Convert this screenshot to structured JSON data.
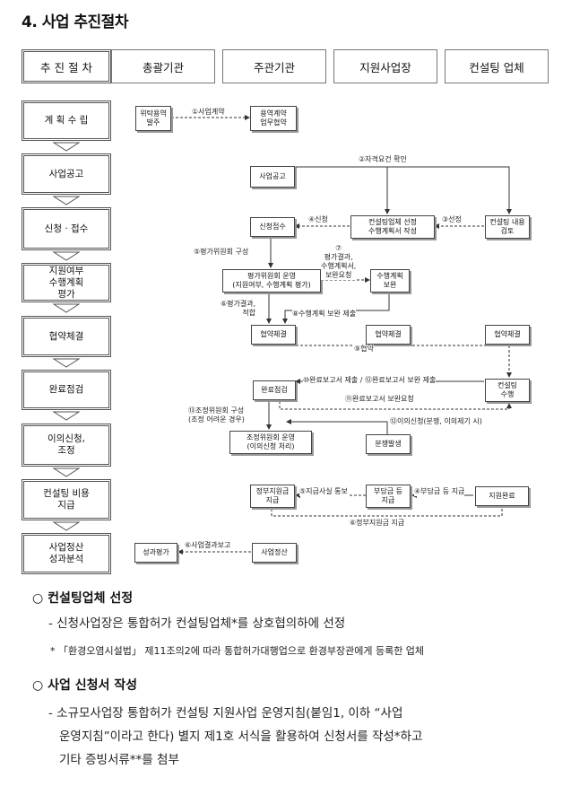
{
  "title": "4. 사업 추진절차",
  "headers": [
    "추 진 절 차",
    "총괄기관",
    "주관기관",
    "지원사업장",
    "컨설팅 업체"
  ],
  "stages": [
    "계 획 수 립",
    "사업공고",
    "신청 · 접수",
    "지원여부\n수행계획\n평가",
    "협약체결",
    "완료점검",
    "이의신청,\n조정",
    "컨설팅 비용\n지급",
    "사업정산\n성과분석"
  ],
  "boxes": {
    "consign_order": "위탁용역\n발주",
    "service_contract": "용역계약\n업무협약",
    "announcement": "사업공고",
    "select_consultant": "컨설팅업체 선정\n수행계획서 작성",
    "consulting_review": "컨설팅 내용\n검토",
    "application_receipt": "신청접수",
    "eval_committee": "평가위원회 운영\n(지원여부, 수행계획 평가)",
    "plan_supplement": "수행계획\n보완",
    "agreement_a": "협약체결",
    "agreement_b": "협약체결",
    "agreement_c": "협약체결",
    "completion_check": "완료점검",
    "consulting_perform": "컨설팅\n수행",
    "mediation_committee": "조정위원회 운영\n(이의신청 처리)",
    "dispute": "분쟁발생",
    "gov_payment": "정부지원금\n지급",
    "burden_payment": "부담금 등\n지급",
    "support_complete": "지원완료",
    "performance_eval": "성과평가",
    "settlement": "사업정산"
  },
  "labels": {
    "l1": "①사업계약",
    "l2": "②자격요건 확인",
    "l3": "③선정",
    "l4": "④신청",
    "l5": "⑤평가위원회 구성",
    "l6": "⑥평가결과,\n적합",
    "l7": "⑦\n평가결과,\n수행계획서,\n보완요청",
    "l8": "⑧수행계획 보완 제출",
    "l9": "⑨협약",
    "l10": "⑩완료보고서 제출 / ⑫완료보고서 보완 제출",
    "l11": "⑪완료보고서 보완요청",
    "l12": "⑬조정위원회 구성\n(조정 어려운 경우)",
    "l13": "⑫이의신청(분쟁, 이의제기 시)",
    "l14": "⑤지급사실 통보",
    "l15": "④부담금 등 지급",
    "l16": "⑥정부지원금 지급",
    "l17": "⑥사업결과보고"
  },
  "section1": {
    "heading": "○ 컨설팅업체 선정",
    "text": "- 신청사업장은 통합허가 컨설팅업체*를 상호협의하에 선정",
    "note": "* 「환경오염시설법」 제11조의2에 따라 통합허가대행업으로 환경부장관에게 등록한 업체"
  },
  "section2": {
    "heading": "○ 사업 신청서 작성",
    "line1": "- 소규모사업장 통합허가 컨설팅 지원사업 운영지침(붙임1, 이하 “사업",
    "line2": "운영지침”이라고 한다) 별지 제1호 서식을 활용하여 신청서를 작성*하고",
    "line3": "기타 증빙서류**를 첨부"
  }
}
